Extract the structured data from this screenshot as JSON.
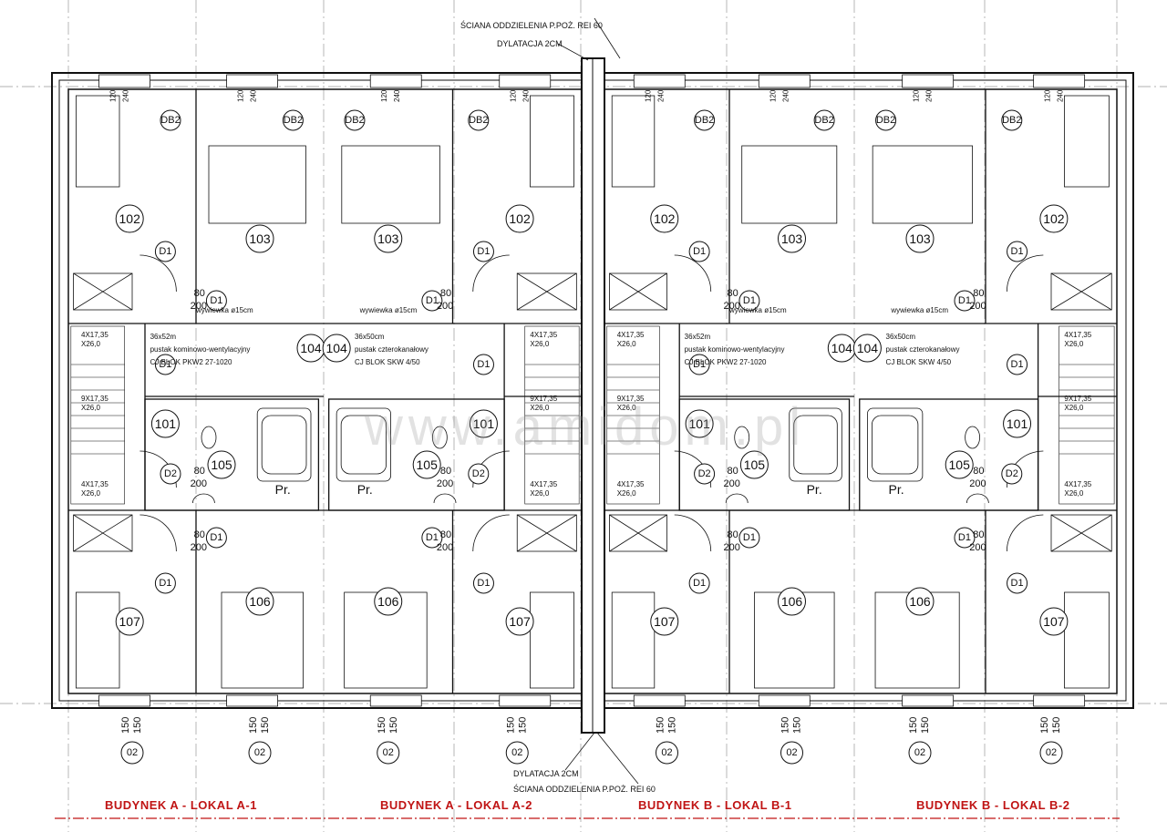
{
  "plan": {
    "top_notes": {
      "fire_wall": "ŚCIANA ODDZIELENIA P.POŻ. REI 60",
      "expansion_joint": "DYLATACJA 2CM"
    },
    "bottom_notes": {
      "expansion_joint": "DYLATACJA 2CM",
      "fire_wall": "ŚCIANA ODDZIELENIA P.POŻ. REI 60"
    },
    "watermark": "www.amidom.pl",
    "captions": [
      "BUDYNEK A - LOKAL A-1",
      "BUDYNEK A - LOKAL A-2",
      "BUDYNEK B - LOKAL B-1",
      "BUDYNEK B - LOKAL B-2"
    ],
    "units": [
      {
        "rooms": {
          "r102": "102",
          "r103": "103",
          "r101": "101",
          "r104": "104",
          "r105": "105",
          "r106": "106",
          "r107": "107",
          "pr": "Pr."
        },
        "doors": {
          "db2a": "DB2",
          "db2b": "DB2",
          "d1a": "D1",
          "d1b": "D1",
          "d1c": "D1",
          "d1d": "D1",
          "d1e": "D1",
          "d2": "D2"
        },
        "chimney": {
          "size": "36x52m",
          "line1": "pustak kominowo-wentylacyjny",
          "line2": "CJ BLOK PKW2 27-1020"
        },
        "vent": "wywiewka ø15cm",
        "stairs": {
          "top": "4X17,35",
          "top2": "X26,0",
          "mid": "9X17,35",
          "mid2": "X26,0",
          "bot": "4X17,35",
          "bot2": "X26,0"
        },
        "window_label": "02"
      },
      {
        "rooms": {
          "r102": "102",
          "r103": "103",
          "r101": "101",
          "r104": "104",
          "r105": "105",
          "r106": "106",
          "r107": "107",
          "pr": "Pr."
        },
        "doors": {
          "db2a": "DB2",
          "db2b": "DB2",
          "d1a": "D1",
          "d1b": "D1",
          "d1c": "D1",
          "d1d": "D1",
          "d1e": "D1",
          "d2": "D2"
        },
        "chimney": {
          "size": "36x50cm",
          "line1": "pustak czterokanałowy",
          "line2": "CJ BLOK SKW 4/50"
        },
        "vent": "wywiewka ø15cm",
        "stairs": {
          "top": "4X17,35",
          "top2": "X26,0",
          "mid": "9X17,35",
          "mid2": "X26,0",
          "bot": "4X17,35",
          "bot2": "X26,0"
        },
        "window_label": "02"
      },
      {
        "rooms": {
          "r102": "102",
          "r103": "103",
          "r101": "101",
          "r104": "104",
          "r105": "105",
          "r106": "106",
          "r107": "107",
          "pr": "Pr."
        },
        "doors": {
          "db2a": "DB2",
          "db2b": "DB2",
          "d1a": "D1",
          "d1b": "D1",
          "d1c": "D1",
          "d1d": "D1",
          "d1e": "D1",
          "d2": "D2"
        },
        "chimney": {
          "size": "36x52m",
          "line1": "pustak kominowo-wentylacyjny",
          "line2": "CJ BLOK PKW2 27-1020"
        },
        "vent": "wywiewka ø15cm",
        "stairs": {
          "top": "4X17,35",
          "top2": "X26,0",
          "mid": "9X17,35",
          "mid2": "X26,0",
          "bot": "4X17,35",
          "bot2": "X26,0"
        },
        "window_label": "02"
      },
      {
        "rooms": {
          "r102": "102",
          "r103": "103",
          "r101": "101",
          "r104": "104",
          "r105": "105",
          "r106": "106",
          "r107": "107",
          "pr": "Pr."
        },
        "doors": {
          "db2a": "DB2",
          "db2b": "DB2",
          "d1a": "D1",
          "d1b": "D1",
          "d1c": "D1",
          "d1d": "D1",
          "d1e": "D1",
          "d2": "D2"
        },
        "chimney": {
          "size": "36x50cm",
          "line1": "pustak czterokanałowy",
          "line2": "CJ BLOK SKW 4/50"
        },
        "vent": "wywiewka ø15cm",
        "stairs": {
          "top": "4X17,35",
          "top2": "X26,0",
          "mid": "9X17,35",
          "mid2": "X26,0",
          "bot": "4X17,35",
          "bot2": "X26,0"
        },
        "window_label": "02"
      }
    ],
    "dims": {
      "door_w": "80",
      "door_h": "200",
      "window_w": "150",
      "window_h": "150",
      "top_w": "120",
      "top_h": "240"
    }
  }
}
